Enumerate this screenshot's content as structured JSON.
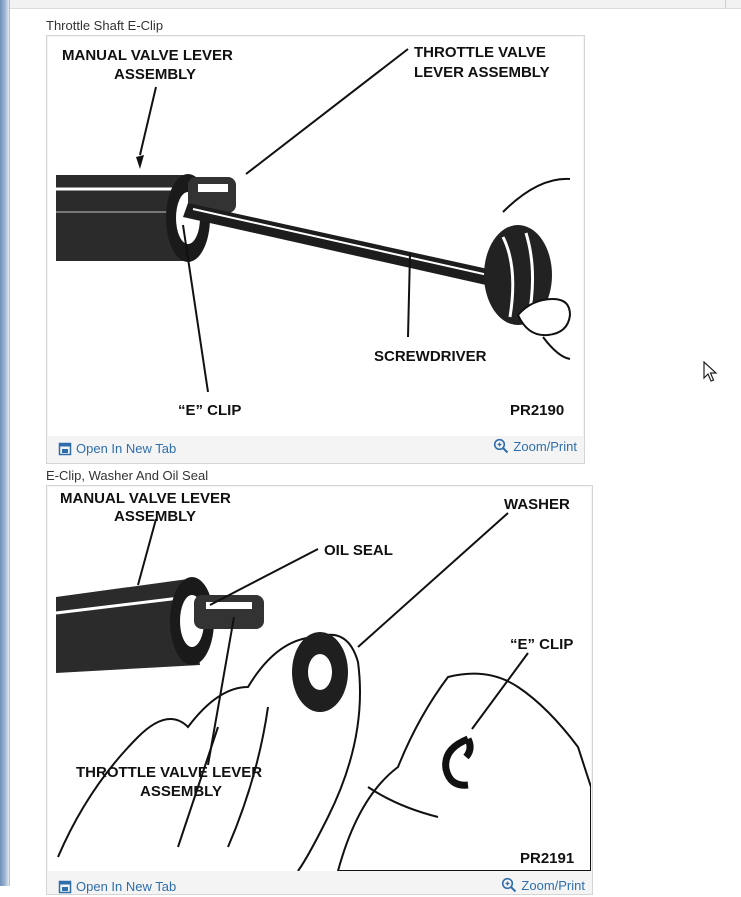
{
  "figures": [
    {
      "title": "Throttle Shaft E-Clip",
      "labels": {
        "manual_valve_1": "MANUAL VALVE LEVER",
        "manual_valve_2": "ASSEMBLY",
        "throttle_valve_1": "THROTTLE VALVE",
        "throttle_valve_2": "LEVER ASSEMBLY",
        "screwdriver": "SCREWDRIVER",
        "e_clip": "“E” CLIP",
        "code": "PR2190"
      },
      "open_label": "Open In New Tab",
      "zoom_label": "Zoom/Print"
    },
    {
      "title": "E-Clip, Washer And Oil Seal",
      "labels": {
        "manual_valve_1": "MANUAL VALVE LEVER",
        "manual_valve_2": "ASSEMBLY",
        "oil_seal": "OIL SEAL",
        "washer": "WASHER",
        "e_clip": "“E” CLIP",
        "throttle_valve_1": "THROTTLE VALVE LEVER",
        "throttle_valve_2": "ASSEMBLY",
        "code": "PR2191"
      },
      "open_label": "Open In New Tab",
      "zoom_label": "Zoom/Print"
    }
  ],
  "icons": {
    "open": "open-in-new-tab-icon",
    "zoom": "zoom-icon",
    "cursor": "mouse-cursor-icon"
  },
  "colors": {
    "link": "#2f6eac",
    "accent_strip": "#6f8fb8"
  }
}
